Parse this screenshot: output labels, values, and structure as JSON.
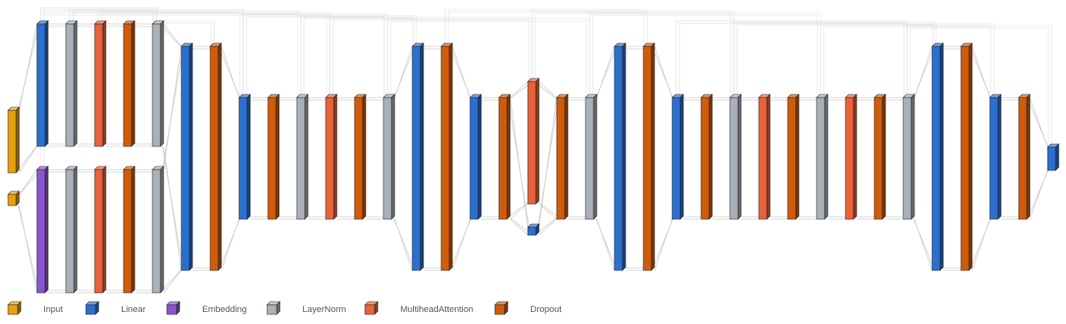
{
  "colors": {
    "Input": "#e8a10c",
    "Linear": "#2c6fcf",
    "Embedding": "#8a55cf",
    "LayerNorm": "#a9b0b8",
    "MultiheadAttention": "#e8623a",
    "Dropout": "#cf5c0a",
    "connector": "#c9c9c9",
    "skip": "#d3d6da"
  },
  "legend": [
    {
      "type": "Input",
      "label": "Input"
    },
    {
      "type": "Linear",
      "label": "Linear"
    },
    {
      "type": "Embedding",
      "label": "Embedding"
    },
    {
      "type": "LayerNorm",
      "label": "LayerNorm"
    },
    {
      "type": "MultiheadAttention",
      "label": "MultiheadAttention"
    },
    {
      "type": "Dropout",
      "label": "Dropout"
    }
  ],
  "layers": [
    {
      "id": "in1",
      "type": "Input"
    },
    {
      "id": "in2",
      "type": "Input"
    },
    {
      "id": "a1",
      "type": "Linear"
    },
    {
      "id": "a2",
      "type": "LayerNorm"
    },
    {
      "id": "a3",
      "type": "MultiheadAttention"
    },
    {
      "id": "a4",
      "type": "Dropout"
    },
    {
      "id": "a5",
      "type": "LayerNorm"
    },
    {
      "id": "b1",
      "type": "Embedding"
    },
    {
      "id": "b2",
      "type": "LayerNorm"
    },
    {
      "id": "b3",
      "type": "MultiheadAttention"
    },
    {
      "id": "b4",
      "type": "Dropout"
    },
    {
      "id": "b5",
      "type": "LayerNorm"
    },
    {
      "id": "c1",
      "type": "Linear"
    },
    {
      "id": "c2",
      "type": "Dropout"
    },
    {
      "id": "c3",
      "type": "Linear"
    },
    {
      "id": "c4",
      "type": "Dropout"
    },
    {
      "id": "c5",
      "type": "LayerNorm"
    },
    {
      "id": "c6",
      "type": "MultiheadAttention"
    },
    {
      "id": "c7",
      "type": "Dropout"
    },
    {
      "id": "c8",
      "type": "LayerNorm"
    },
    {
      "id": "d1",
      "type": "Linear"
    },
    {
      "id": "d2",
      "type": "Dropout"
    },
    {
      "id": "d3",
      "type": "Linear"
    },
    {
      "id": "d4",
      "type": "Dropout"
    },
    {
      "id": "e1",
      "type": "MultiheadAttention"
    },
    {
      "id": "e2",
      "type": "Linear"
    },
    {
      "id": "e3",
      "type": "Dropout"
    },
    {
      "id": "e4",
      "type": "LayerNorm"
    },
    {
      "id": "f1",
      "type": "Linear"
    },
    {
      "id": "f2",
      "type": "Dropout"
    },
    {
      "id": "f3",
      "type": "Linear"
    },
    {
      "id": "f4",
      "type": "Dropout"
    },
    {
      "id": "f5",
      "type": "LayerNorm"
    },
    {
      "id": "f6",
      "type": "MultiheadAttention"
    },
    {
      "id": "f7",
      "type": "Dropout"
    },
    {
      "id": "f8",
      "type": "LayerNorm"
    },
    {
      "id": "f9",
      "type": "MultiheadAttention"
    },
    {
      "id": "f10",
      "type": "Dropout"
    },
    {
      "id": "f11",
      "type": "LayerNorm"
    },
    {
      "id": "g1",
      "type": "Linear"
    },
    {
      "id": "g2",
      "type": "Dropout"
    },
    {
      "id": "g3",
      "type": "Linear"
    },
    {
      "id": "g4",
      "type": "Dropout"
    },
    {
      "id": "g5",
      "type": "Linear"
    }
  ]
}
